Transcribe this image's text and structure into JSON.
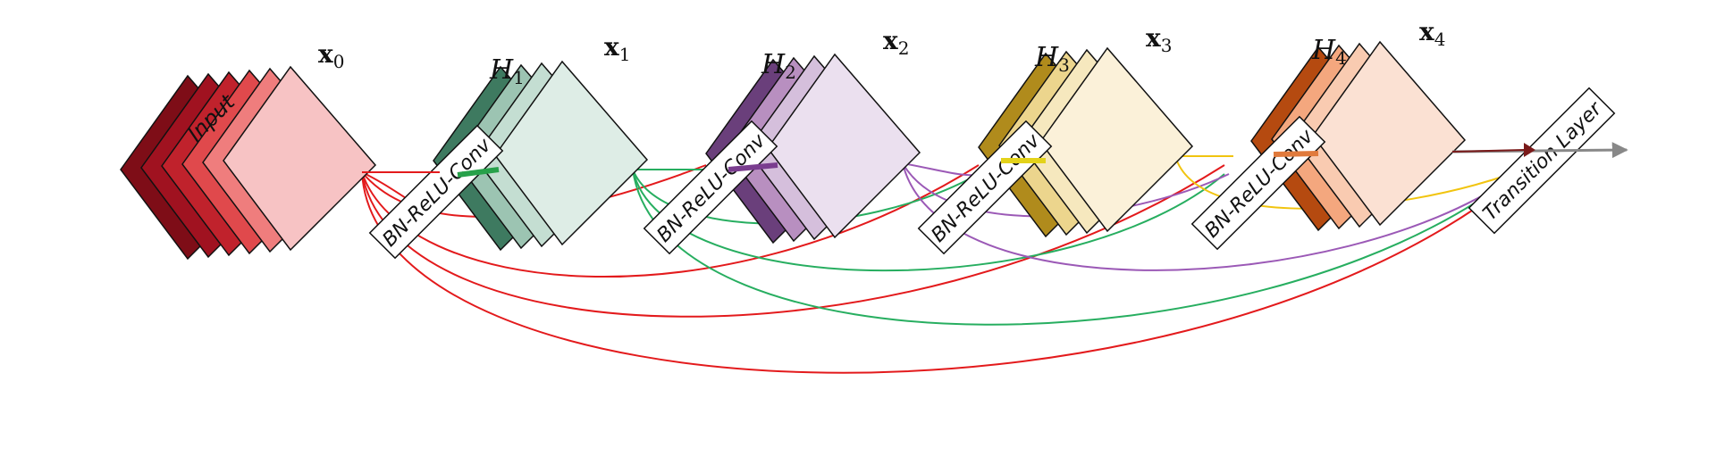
{
  "input_label": "Input",
  "feature_maps": [
    {
      "label": "x",
      "subscript": "0",
      "colors": [
        "#7e0d17",
        "#a01220",
        "#c0222c",
        "#e0494c",
        "#ef7d7d",
        "#f7c3c4"
      ]
    },
    {
      "label": "x",
      "subscript": "1",
      "colors": [
        "#3e7a60",
        "#9cc4b2",
        "#c4ded2",
        "#deede6"
      ]
    },
    {
      "label": "x",
      "subscript": "2",
      "colors": [
        "#6a3f7b",
        "#b88fc0",
        "#d5bfdc",
        "#ebe0ef"
      ]
    },
    {
      "label": "x",
      "subscript": "3",
      "colors": [
        "#b08b1c",
        "#ecd58d",
        "#f6e8be",
        "#fbf1d9"
      ]
    },
    {
      "label": "x",
      "subscript": "4",
      "colors": [
        "#b54a10",
        "#f4a77e",
        "#f9cbb1",
        "#fbe1d3"
      ]
    }
  ],
  "layers": [
    {
      "name": "H",
      "subscript": "1",
      "label": "BN-ReLU-Conv",
      "color": "#27a14a"
    },
    {
      "name": "H",
      "subscript": "2",
      "label": "BN-ReLU-Conv",
      "color": "#7a3d8f"
    },
    {
      "name": "H",
      "subscript": "3",
      "label": "BN-ReLU-Conv",
      "color": "#e3d21a"
    },
    {
      "name": "H",
      "subscript": "4",
      "label": "BN-ReLU-Conv",
      "color": "#e07a3c"
    }
  ],
  "transition_label": "Transition Layer",
  "connection_colors": [
    "#e31a1c",
    "#27ae60",
    "#9b59b6",
    "#f1c40f"
  ]
}
